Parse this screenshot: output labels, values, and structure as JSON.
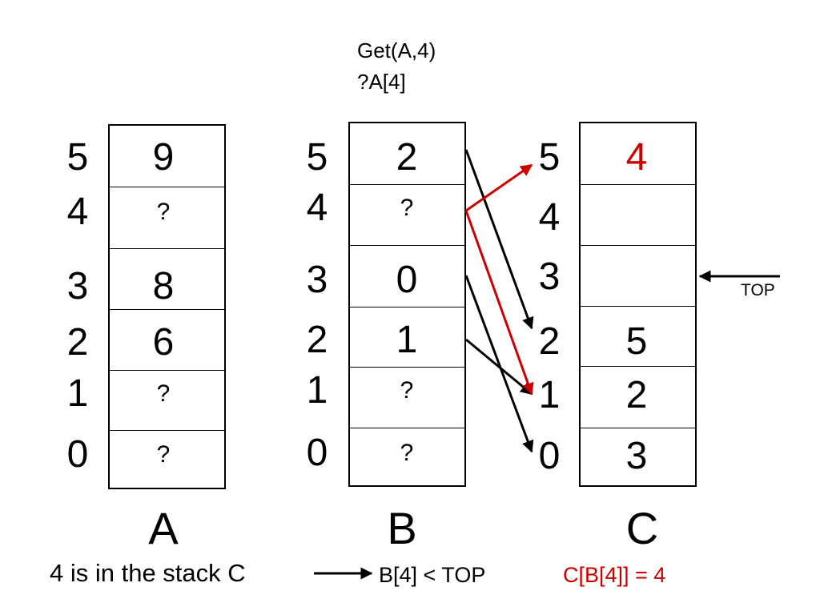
{
  "title": {
    "line1": "Get(A,4)",
    "line2": "?A[4]"
  },
  "arrays": [
    {
      "label": "A",
      "cells": [
        "9",
        "?",
        "8",
        "6",
        "?",
        "?"
      ]
    },
    {
      "label": "B",
      "cells": [
        "2",
        "?",
        "0",
        "1",
        "?",
        "?"
      ]
    },
    {
      "label": "C",
      "cells": [
        "4",
        "",
        "",
        "5",
        "2",
        "3"
      ]
    }
  ],
  "indices": [
    "5",
    "4",
    "3",
    "2",
    "1",
    "0"
  ],
  "pointer": {
    "label": "TOP"
  },
  "footer": {
    "statement": "4 is in the stack C",
    "condition": "B[4] < TOP",
    "result": "C[B[4]] = 4"
  },
  "colors": {
    "highlight": "#cc0000",
    "ink": "#000000"
  }
}
